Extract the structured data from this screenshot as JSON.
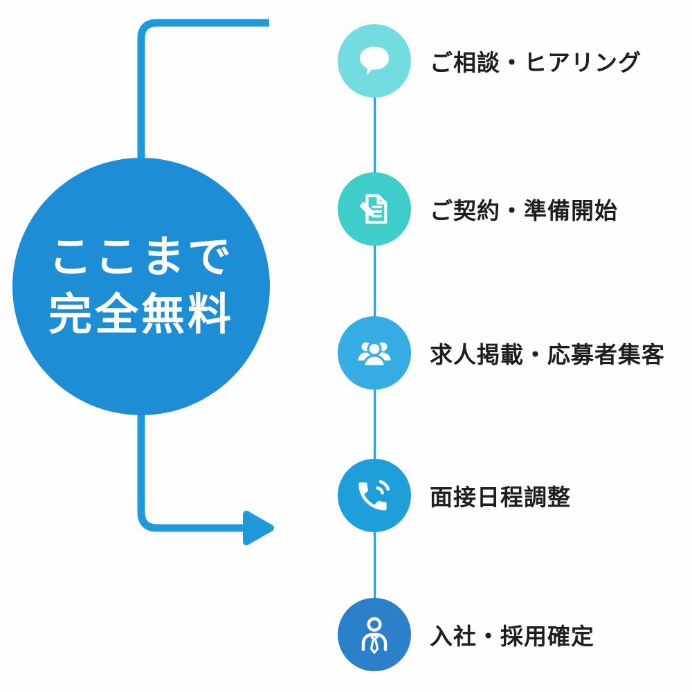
{
  "canvas": {
    "background": "#fefefe"
  },
  "free_badge": {
    "line1": "ここまで",
    "line2": "完全無料",
    "circle_color": "#1d8ed6",
    "text_color": "#ffffff"
  },
  "bracket": {
    "color": "#1e9adc"
  },
  "timeline": {
    "line_color": "#2f9ed9"
  },
  "label_text_color": "#1e1e1e",
  "steps": [
    {
      "label": "ご相談・ヒアリング",
      "icon": "chat-bubble-icon",
      "circle_color": "#72dce0"
    },
    {
      "label": "ご契約・準備開始",
      "icon": "document-pen-icon",
      "circle_color": "#3ecdc8"
    },
    {
      "label": "求人掲載・応募者集客",
      "icon": "people-icon",
      "circle_color": "#35ace3"
    },
    {
      "label": "面接日程調整",
      "icon": "phone-icon",
      "circle_color": "#1f9fda"
    },
    {
      "label": "入社・採用確定",
      "icon": "person-tie-icon",
      "circle_color": "#2b80c9"
    }
  ]
}
